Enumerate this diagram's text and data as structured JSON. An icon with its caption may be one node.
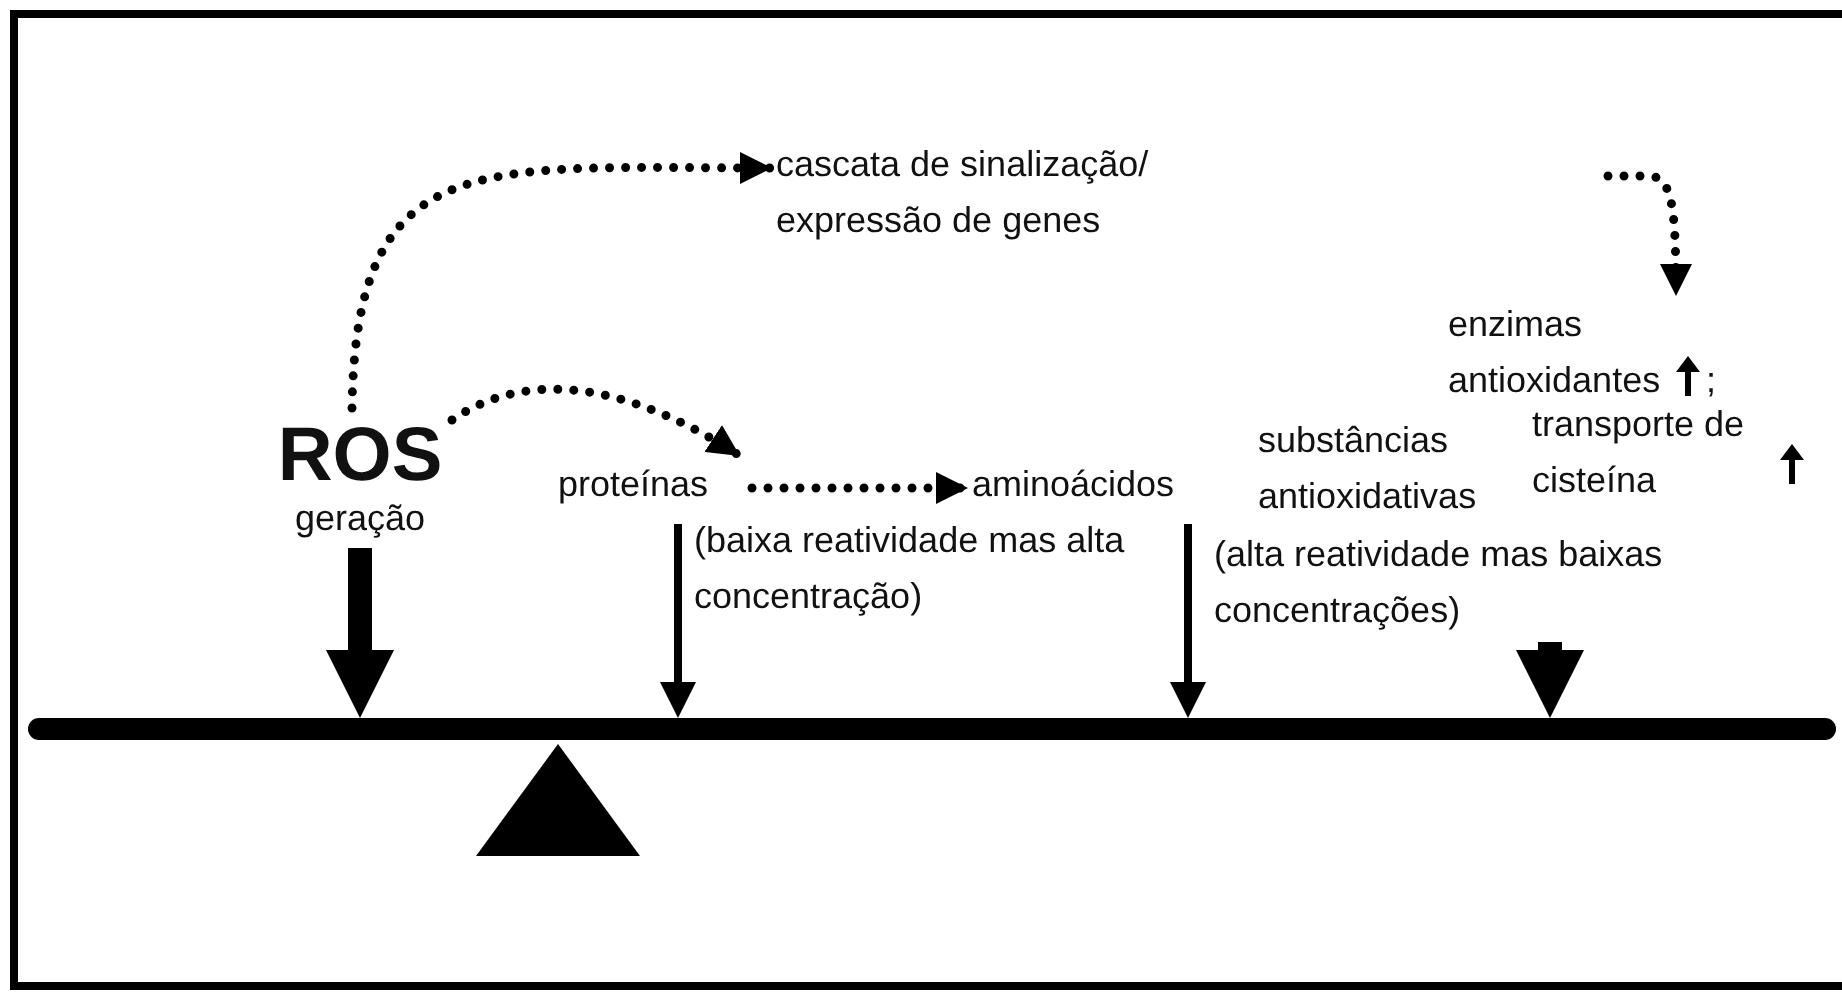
{
  "diagram": {
    "nodes": [
      {
        "text": [
          "ROS",
          "geração"
        ]
      },
      {
        "text": [
          "cascata de sinalização/ expressão de genes"
        ]
      },
      {
        "text": [
          "proteínas"
        ]
      },
      {
        "text": [
          "aminoácidos"
        ]
      },
      {
        "text": [
          "enzimas antioxidantes"
        ],
        "beside": [
          ";"
        ]
      },
      {
        "text": [
          "(alta reatividade mas baixas concentrações)"
        ]
      },
      {
        "text": [],
        "shape": "bar"
      },
      {
        "text": [],
        "shape": "triangle"
      }
    ],
    "edges": [
      {
        "from": 0,
        "to": 1,
        "arrow": "to",
        "style": "dashed"
      },
      {
        "from": 0,
        "to": 2,
        "arrow": "to",
        "style": "dashed"
      },
      {
        "from": 2,
        "to": 3,
        "arrow": "to",
        "style": "dashed"
      },
      {
        "from": null,
        "to": 4,
        "arrow": "to",
        "style": "dashed"
      },
      {
        "from": 0,
        "to": 6,
        "arrow": "to",
        "style": "thick"
      },
      {
        "from": 2,
        "to": 6,
        "arrow": "to"
      },
      {
        "from": 3,
        "to": 6,
        "arrow": "to"
      },
      {
        "from": 5,
        "to": 6,
        "arrow": "to",
        "style": "thick"
      }
    ],
    "labels": [
      "transporte de cisteína",
      "substâncias antioxidativas",
      "(baixa reatividade mas alta concentração)"
    ]
  }
}
